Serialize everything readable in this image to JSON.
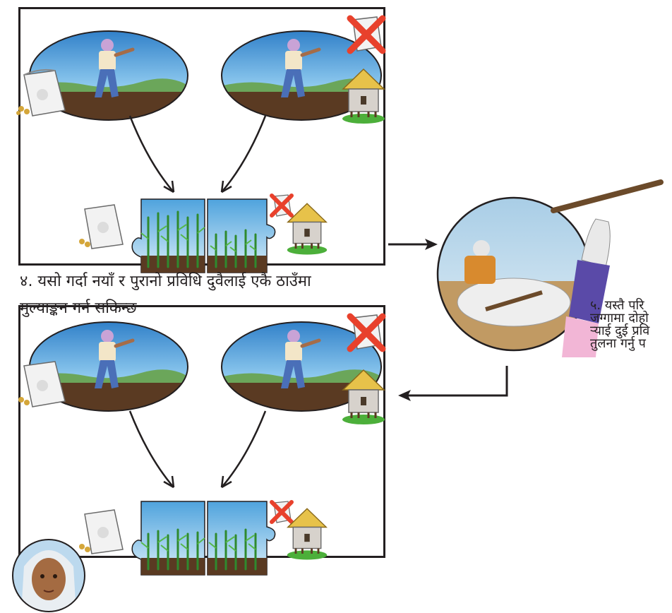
{
  "captions": {
    "step4_line1": "४. यसो गर्दा नयाँ र पुरानो प्रविधि दुवैलाई एकै ठाउँमा",
    "step4_line2": "मुल्याङ्कन गर्न सकिन्छ",
    "step5_line1": "५. यस्तै परि",
    "step5_line2": "जग्गामा दोहो",
    "step5_line3": "ऱ्याई दुई प्रवि",
    "step5_line4": "तुलना गर्नु प"
  },
  "icons": [
    "seed-sack-icon",
    "granary-hut-icon",
    "cross-icon",
    "farmer-illustration",
    "maize-plot-illustration",
    "field-preparation-illustration",
    "guide-portrait"
  ],
  "colors": {
    "line": "#231f20",
    "sky": "#4fa3dd",
    "soil": "#5a3a22",
    "grass": "#3f9a3a",
    "cross": "#e8412c"
  }
}
